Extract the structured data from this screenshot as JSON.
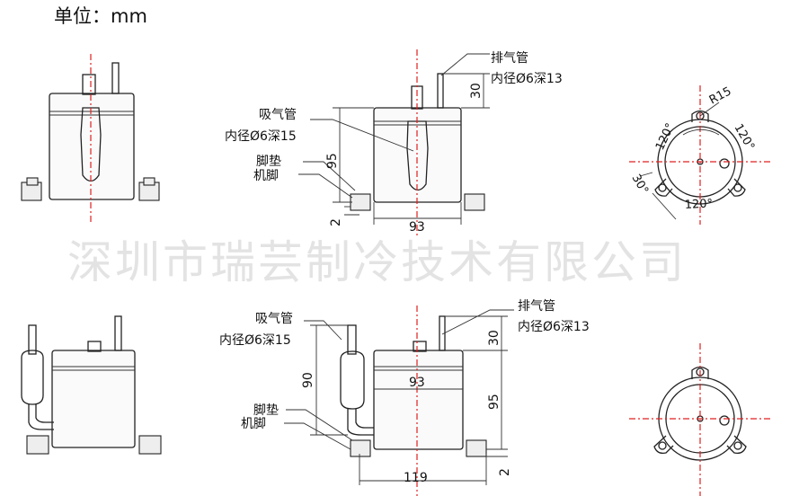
{
  "unit_label": "单位：mm",
  "watermark": "深圳市瑞芸制冷技术有限公司",
  "labels": {
    "exhaust_pipe": "排气管",
    "exhaust_inner": "内径Ø6深13",
    "suction_pipe": "吸气管",
    "suction_inner": "内径Ø6深15",
    "foot_pad": "脚垫",
    "machine_foot": "机脚"
  },
  "dimensions": {
    "top_height": "95",
    "top_exhaust": "30",
    "top_width": "93",
    "top_foot": "2",
    "bot_suction_height": "90",
    "bot_exhaust": "30",
    "bot_body_width": "93",
    "bot_height": "95",
    "bot_overall_width": "119",
    "bot_foot": "2",
    "radius": "R15",
    "angle_a": "120°",
    "angle_b": "120°",
    "angle_c": "120°",
    "angle_d": "30°"
  }
}
